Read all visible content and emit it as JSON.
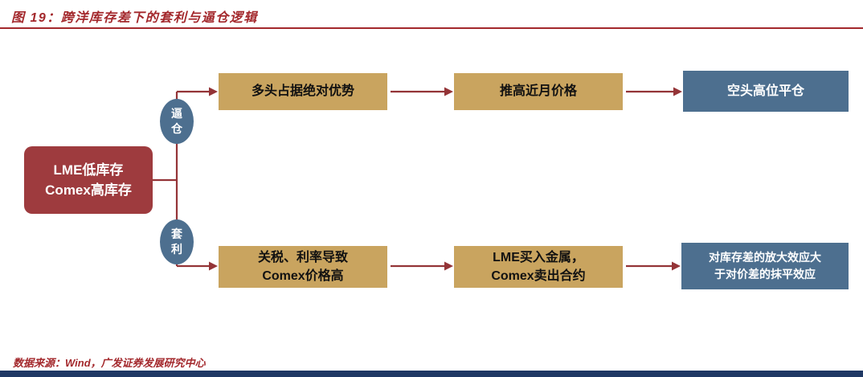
{
  "title": "图  19：跨洋库存差下的套利与逼仓逻辑",
  "colors": {
    "title_red": "#A3282C",
    "root_node_red": "#9E3B3E",
    "node_tan": "#C9A45F",
    "node_blue": "#4D6F8F",
    "arrow_red": "#943437",
    "footer_navy": "#1F3864"
  },
  "diagram": {
    "root": "LME低库存\nComex高库存",
    "branches": {
      "top": "逼\n仓",
      "bottom": "套\n利"
    },
    "top_row": {
      "step1": "多头占据绝对优势",
      "step2": "推高近月价格",
      "step3": "空头高位平仓"
    },
    "bottom_row": {
      "step1": "关税、利率导致\nComex价格高",
      "step2": "LME买入金属，\nComex卖出合约",
      "step3": "对库存差的放大效应大\n于对价差的抹平效应"
    }
  },
  "footer": {
    "source": "数据来源：Wind，广发证券发展研究中心"
  }
}
